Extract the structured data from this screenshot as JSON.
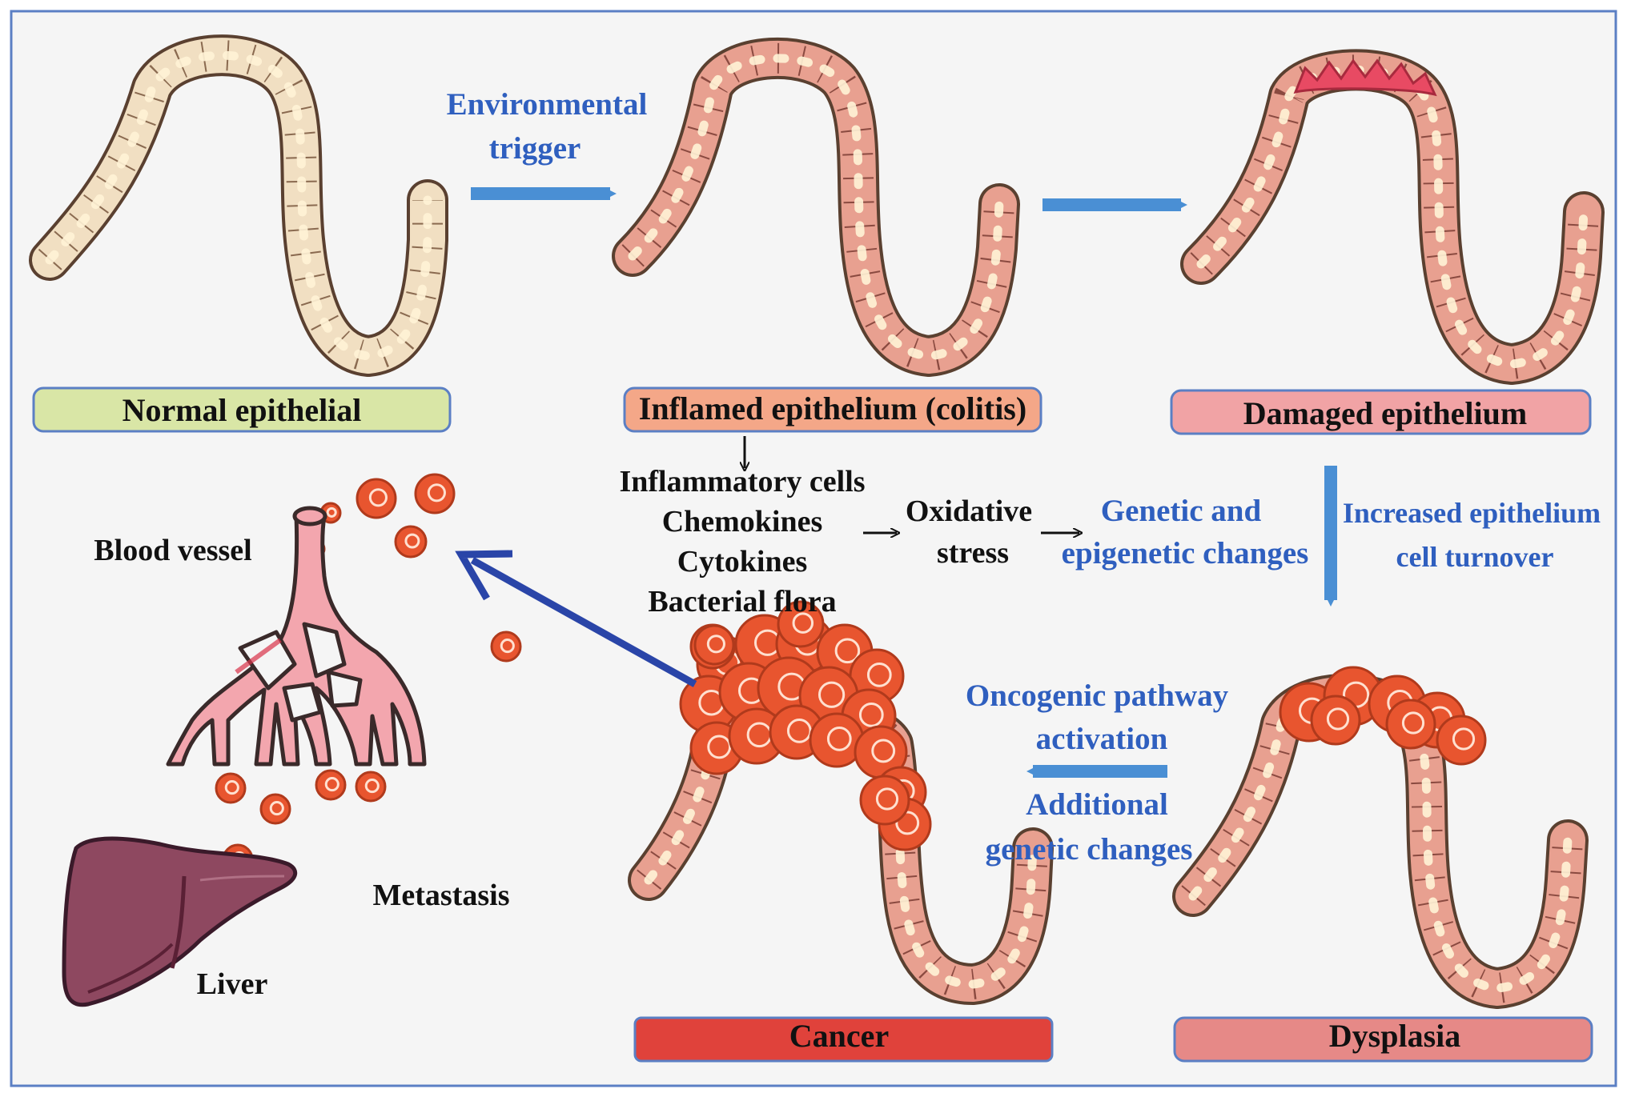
{
  "colors": {
    "frame": "#5b7fc4",
    "background": "#f5f5f5",
    "normal_fill": "#f1dfc2",
    "inflamed_fill": "#e8a090",
    "damaged_tip": "#e84a63",
    "tumor": "#e8552f",
    "arrow_blue": "#4a8fd4",
    "arrow_navy": "#2a45a8",
    "vessel": "#f3a6ae",
    "liver": "#8e4860"
  },
  "stages": {
    "normal": "Normal epithelial",
    "inflamed": "Inflamed epithelium (colitis)",
    "damaged": "Damaged epithelium",
    "dysplasia": "Dysplasia",
    "cancer": "Cancer"
  },
  "stage_colors": {
    "normal": "#d9e6a6",
    "inflamed": "#f4a788",
    "damaged": "#f1a3a5",
    "dysplasia": "#e68987",
    "cancer": "#e0423b"
  },
  "trigger": {
    "line1": "Environmental",
    "line2": "trigger"
  },
  "mediators": [
    "Inflammatory cells",
    "Chemokines",
    "Cytokines",
    "Bacterial flora"
  ],
  "oxidative": {
    "line1": "Oxidative",
    "line2": "stress"
  },
  "genetic": {
    "line1": "Genetic and",
    "line2": "epigenetic changes"
  },
  "turnover": {
    "line1": "Increased epithelium",
    "line2": "cell turnover"
  },
  "oncogenic": {
    "line1": "Oncogenic pathway",
    "line2": "activation"
  },
  "additional": {
    "line1": "Additional",
    "line2": "genetic changes"
  },
  "metastasis": {
    "blood_vessel": "Blood vessel",
    "metastasis": "Metastasis",
    "liver": "Liver"
  },
  "icons": {
    "epithelium": "epithelium-fold-illustration",
    "tumor": "tumor-cell-cluster",
    "vessel": "blood-vessel-illustration",
    "liver": "liver-illustration",
    "arrow": "flow-arrow"
  }
}
